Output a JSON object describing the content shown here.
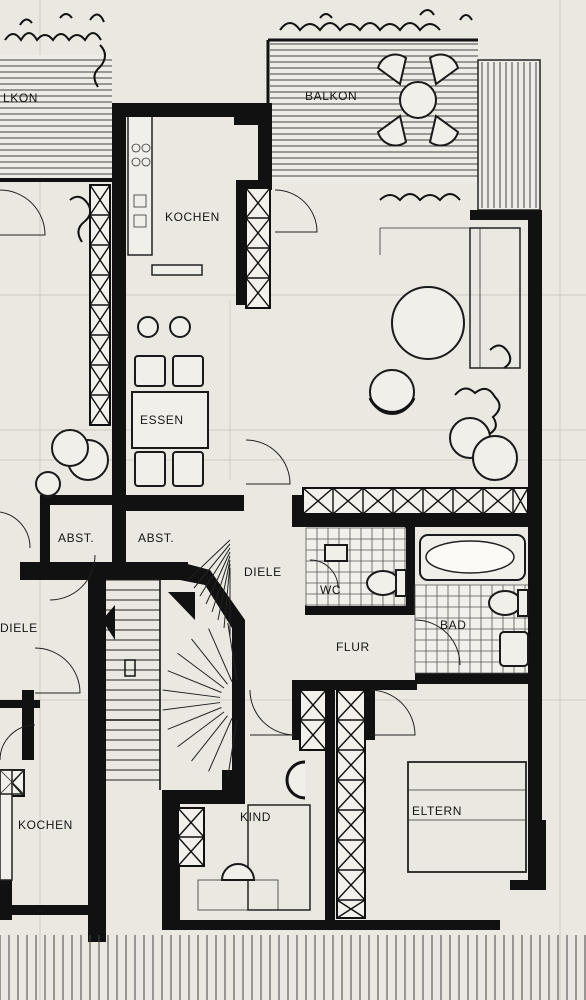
{
  "rooms": {
    "balkon_left": "LKON",
    "balkon_right": "BALKON",
    "kochen_top": "KOCHEN",
    "essen": "ESSEN",
    "abst_left": "ABST.",
    "abst_right": "ABST.",
    "diele_center": "DIELE",
    "diele_left": "DIELE",
    "wc": "WC",
    "bad": "BAD",
    "flur": "FLUR",
    "kind": "KIND",
    "eltern": "ELTERN",
    "kochen_bottom": "KOCHEN"
  }
}
